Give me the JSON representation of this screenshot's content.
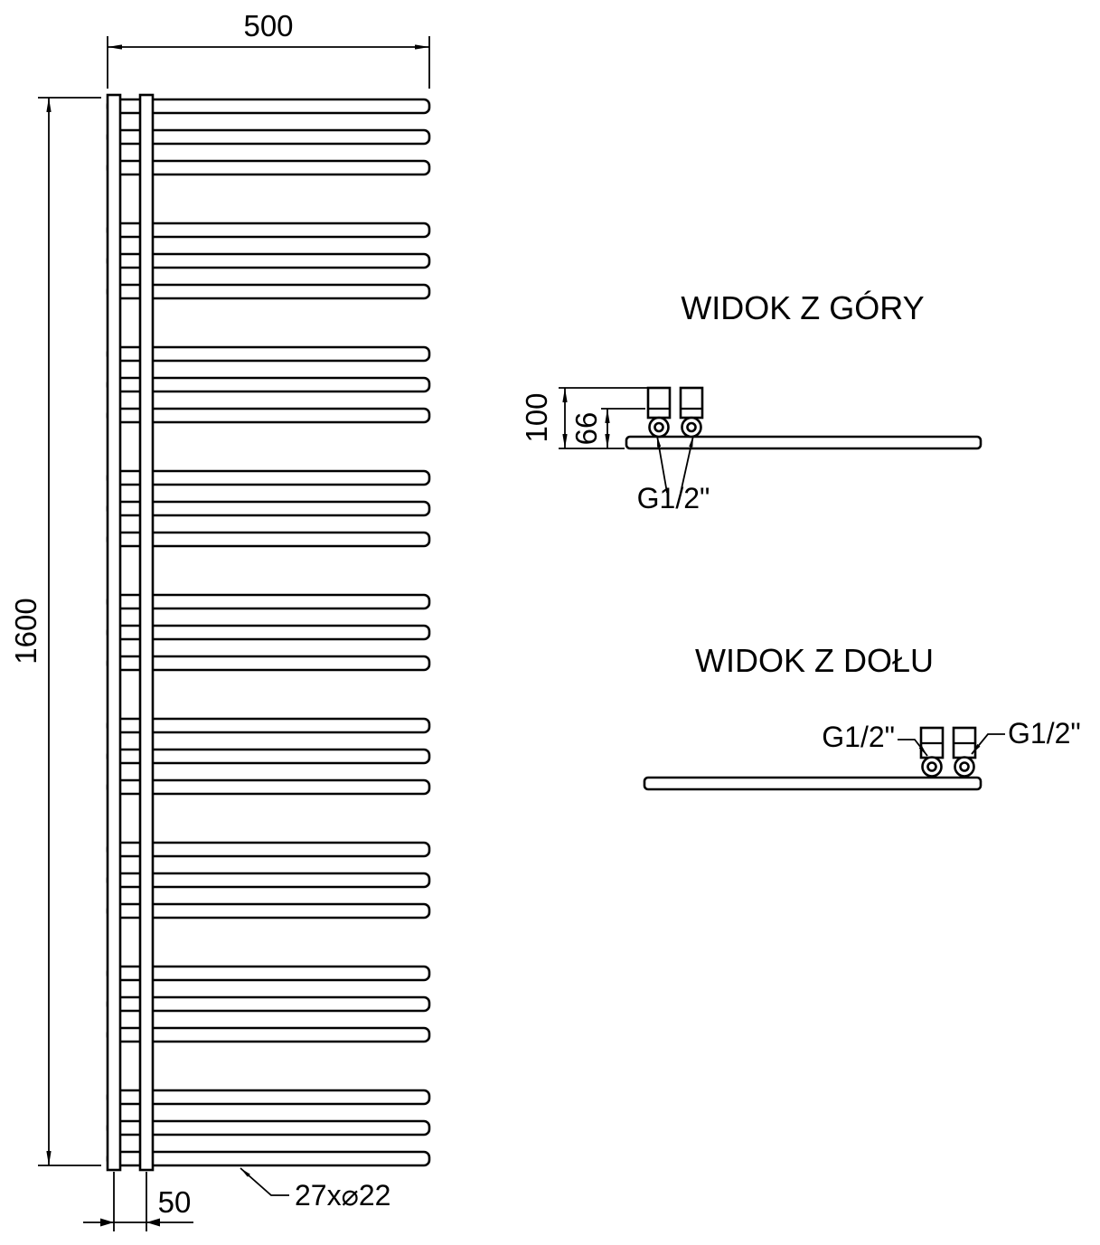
{
  "drawing": {
    "front_view": {
      "width": "500",
      "height": "1600",
      "pipe_spacing": "50",
      "tube_spec": "27x⌀22",
      "tube_groups": 9,
      "tubes_per_group": 3
    },
    "top_view": {
      "title": "WIDOK Z GÓRY",
      "depth": "100",
      "axis_offset": "66",
      "connection": "G1/2\""
    },
    "bottom_view": {
      "title": "WIDOK Z DOŁU",
      "connection_left": "G1/2\"",
      "connection_right": "G1/2\""
    }
  }
}
